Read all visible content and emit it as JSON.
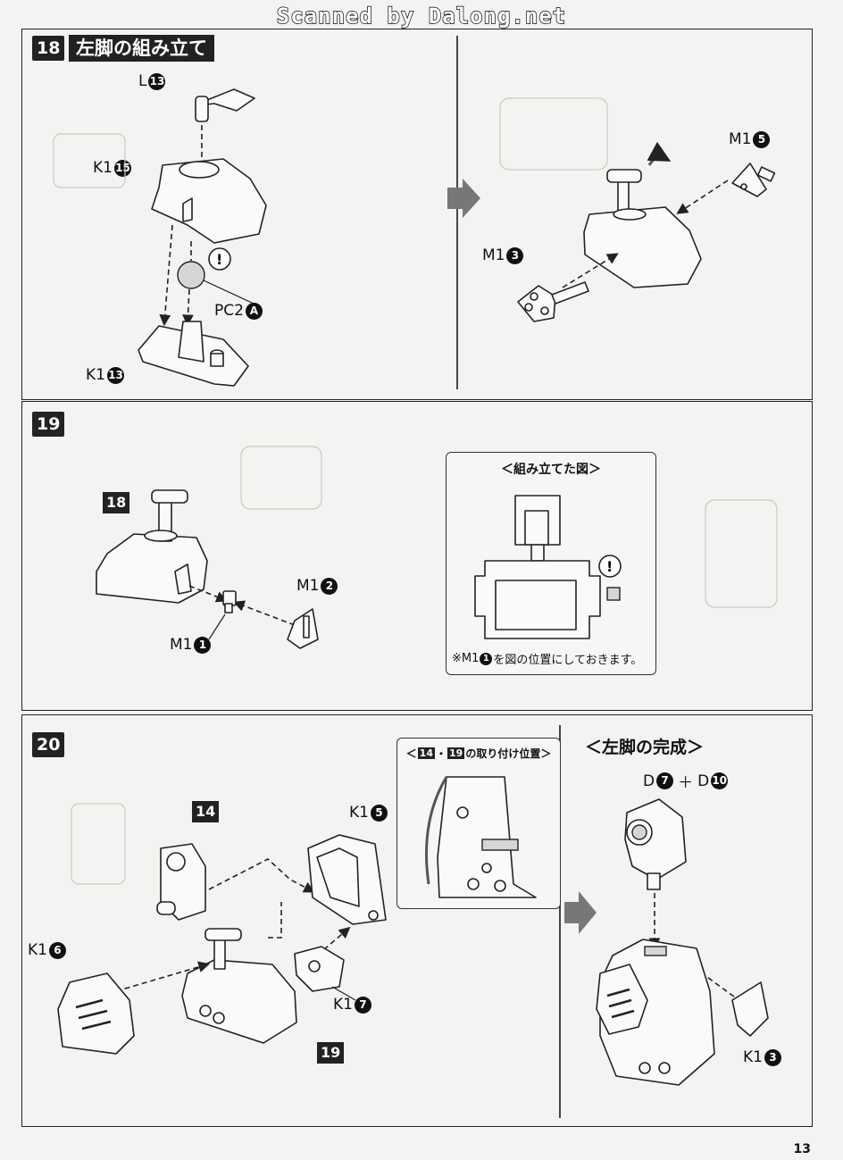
{
  "header": "Scanned by Dalong.net",
  "page_number": "13",
  "step18": {
    "number": "18",
    "title": "左脚の組み立て",
    "labels": {
      "l": "L",
      "l_num": "13",
      "k1_top": "K1",
      "k1_top_num": "15",
      "pc2": "PC2",
      "pc2_num": "A",
      "k1_bottom": "K1",
      "k1_bottom_num": "13",
      "m1_right": "M1",
      "m1_right_num": "5",
      "m1_left": "M1",
      "m1_left_num": "3"
    }
  },
  "step19": {
    "number": "19",
    "ref_label": "18",
    "labels": {
      "m1_a": "M1",
      "m1_a_num": "2",
      "m1_b": "M1",
      "m1_b_num": "1"
    },
    "inset_title": "＜組み立てた図＞",
    "inset_note_prefix": "※M1",
    "inset_note_num": "1",
    "inset_note_suffix": "を図の位置にしておきます。"
  },
  "step20": {
    "number": "20",
    "ref_a": "14",
    "ref_b": "19",
    "labels": {
      "k1_5": "K1",
      "k1_5_num": "5",
      "k1_6": "K1",
      "k1_6_num": "6",
      "k1_7": "K1",
      "k1_7_num": "7"
    },
    "inset_title_open": "＜",
    "inset_title_a": "14",
    "inset_title_dot": "・",
    "inset_title_b": "19",
    "inset_title_rest": "の取り付け位置＞"
  },
  "complete": {
    "title": "＜左脚の完成＞",
    "d_left": "D",
    "d_left_num": "7",
    "plus": "＋",
    "d_right": "D",
    "d_right_num": "10",
    "k1": "K1",
    "k1_num": "3"
  }
}
